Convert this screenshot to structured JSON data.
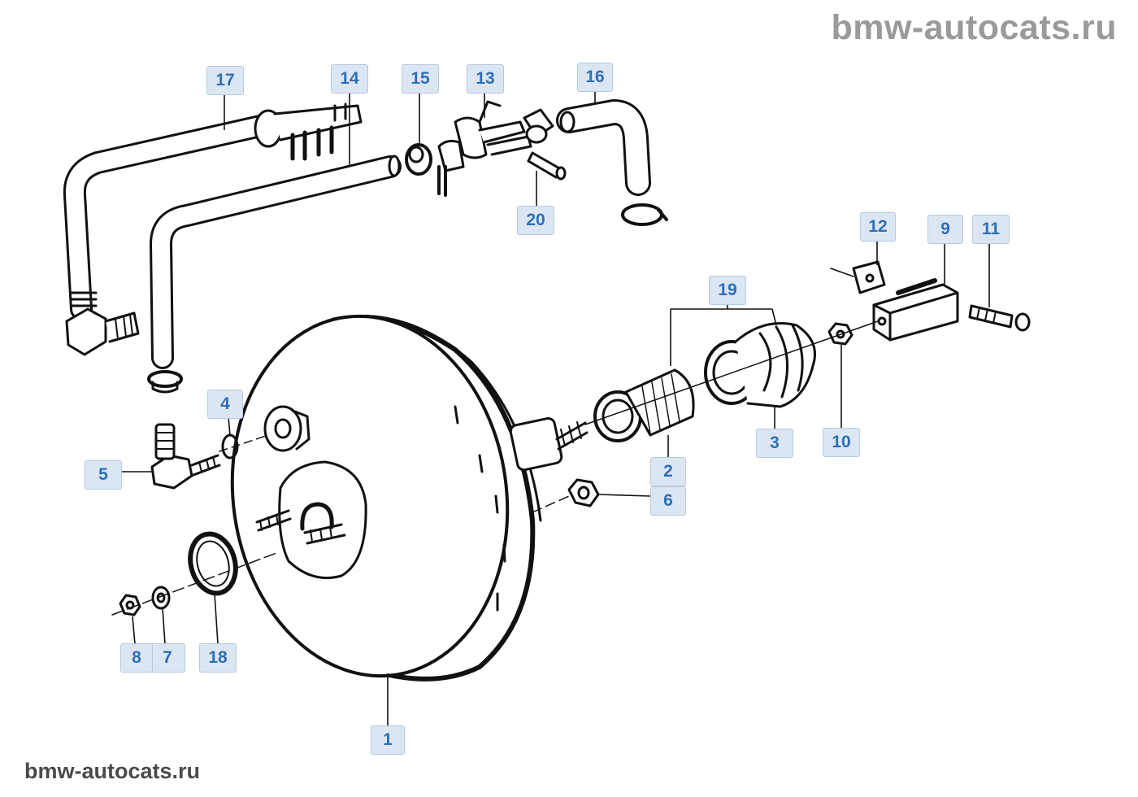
{
  "watermarks": {
    "top": "bmw-autocats.ru",
    "bottom": "bmw-autocats.ru"
  },
  "callouts": [
    {
      "id": "1",
      "label": "1"
    },
    {
      "id": "2",
      "label": "2"
    },
    {
      "id": "3",
      "label": "3"
    },
    {
      "id": "4",
      "label": "4"
    },
    {
      "id": "5",
      "label": "5"
    },
    {
      "id": "6",
      "label": "6"
    },
    {
      "id": "7",
      "label": "7"
    },
    {
      "id": "8",
      "label": "8"
    },
    {
      "id": "9",
      "label": "9"
    },
    {
      "id": "10",
      "label": "10"
    },
    {
      "id": "11",
      "label": "11"
    },
    {
      "id": "12",
      "label": "12"
    },
    {
      "id": "13",
      "label": "13"
    },
    {
      "id": "14",
      "label": "14"
    },
    {
      "id": "15",
      "label": "15"
    },
    {
      "id": "16",
      "label": "16"
    },
    {
      "id": "17",
      "label": "17"
    },
    {
      "id": "18",
      "label": "18"
    },
    {
      "id": "19",
      "label": "19"
    },
    {
      "id": "20",
      "label": "20"
    }
  ],
  "colors": {
    "callout_bg": "#dce6f2",
    "callout_text": "#2f6fb6",
    "line_art": "#111111"
  }
}
